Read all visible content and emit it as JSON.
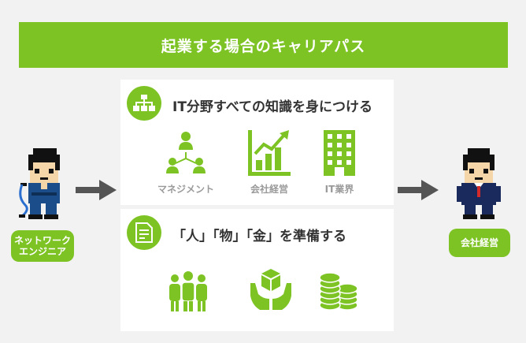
{
  "title": "起業する場合のキャリアパス",
  "panel1": {
    "title": "IT分野すべての知識を身につける",
    "items": [
      {
        "label": "マネジメント",
        "icon": "management-icon"
      },
      {
        "label": "会社経営",
        "icon": "growth-chart-icon"
      },
      {
        "label": "IT業界",
        "icon": "building-icon"
      }
    ]
  },
  "panel2": {
    "title": "「人」「物」「金」を準備する",
    "items": [
      {
        "icon": "people-icon"
      },
      {
        "icon": "box-in-hands-icon"
      },
      {
        "icon": "coins-icon"
      }
    ]
  },
  "left_badge": {
    "line1": "ネットワーク",
    "line2": "エンジニア"
  },
  "right_badge": "会社経営",
  "colors": {
    "accent": "#7dc323",
    "arrow": "#555555",
    "background": "#f2f2f2"
  }
}
